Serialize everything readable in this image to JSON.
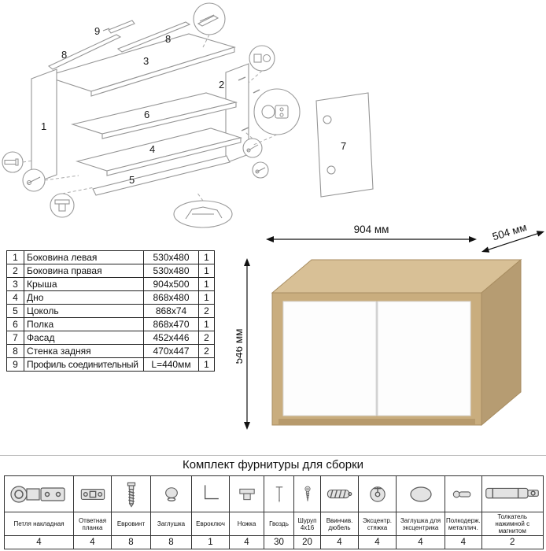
{
  "diagram": {
    "labels": {
      "p1": "1",
      "p2": "2",
      "p3": "3",
      "p4": "4",
      "p5": "5",
      "p6": "6",
      "p7": "7",
      "p8a": "8",
      "p8b": "8",
      "p9": "9"
    }
  },
  "parts": {
    "rows": [
      {
        "num": "1",
        "name": "Боковина левая",
        "size": "530x480",
        "qty": "1"
      },
      {
        "num": "2",
        "name": "Боковина правая",
        "size": "530x480",
        "qty": "1"
      },
      {
        "num": "3",
        "name": "Крыша",
        "size": "904x500",
        "qty": "1"
      },
      {
        "num": "4",
        "name": "Дно",
        "size": "868x480",
        "qty": "1"
      },
      {
        "num": "5",
        "name": "Цоколь",
        "size": "868x74",
        "qty": "2"
      },
      {
        "num": "6",
        "name": "Полка",
        "size": "868x470",
        "qty": "1"
      },
      {
        "num": "7",
        "name": "Фасад",
        "size": "452x446",
        "qty": "2"
      },
      {
        "num": "8",
        "name": "Стенка задняя",
        "size": "470x447",
        "qty": "2"
      },
      {
        "num": "9",
        "name": "Профиль соединительный",
        "size": "L=440мм",
        "qty": "1"
      }
    ]
  },
  "product": {
    "width_label": "904 мм",
    "depth_label": "504 мм",
    "height_label": "546 мм",
    "colors": {
      "wood_top": "#d8c096",
      "wood_front": "#c9ad7e",
      "wood_side": "#b69c72",
      "door": "#fdfdfd"
    }
  },
  "hardware": {
    "title": "Комплект фурнитуры для сборки",
    "items": [
      {
        "name": "Петля накладная",
        "qty": "4",
        "icon": "hinge-icon"
      },
      {
        "name": "Ответная планка",
        "qty": "4",
        "icon": "strike-plate-icon"
      },
      {
        "name": "Евровинт",
        "qty": "8",
        "icon": "confirmat-screw-icon"
      },
      {
        "name": "Заглушка",
        "qty": "8",
        "icon": "cap-icon"
      },
      {
        "name": "Евроключ",
        "qty": "1",
        "icon": "hex-key-icon"
      },
      {
        "name": "Ножка",
        "qty": "4",
        "icon": "leg-icon"
      },
      {
        "name": "Гвоздь",
        "qty": "30",
        "icon": "nail-icon"
      },
      {
        "name": "Шуруп 4x16",
        "qty": "20",
        "icon": "screw-icon"
      },
      {
        "name": "Ввинчив. дюбель",
        "qty": "4",
        "icon": "dowel-icon"
      },
      {
        "name": "Эксцентр. стяжка",
        "qty": "4",
        "icon": "cam-lock-icon"
      },
      {
        "name": "Заглушка для эксцентрика",
        "qty": "4",
        "icon": "cam-cap-icon"
      },
      {
        "name": "Полкодерж. металлич.",
        "qty": "4",
        "icon": "shelf-pin-icon"
      },
      {
        "name": "Толкатель нажимной с магнитом",
        "qty": "2",
        "icon": "push-latch-icon"
      }
    ]
  }
}
